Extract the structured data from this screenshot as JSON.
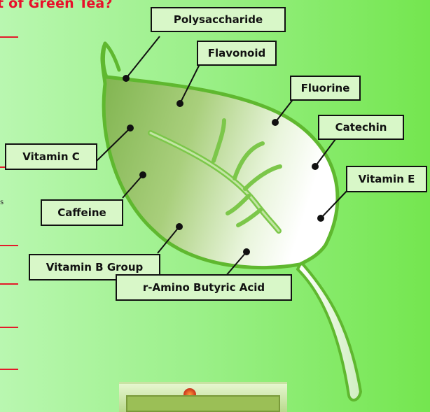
{
  "title": "t of Green Tea?",
  "side_text": "s",
  "labels": {
    "polysaccharide": "Polysaccharide",
    "flavonoid": "Flavonoid",
    "fluorine": "Fluorine",
    "catechin": "Catechin",
    "vitamin_c": "Vitamin C",
    "vitamin_e": "Vitamin E",
    "caffeine": "Caffeine",
    "vitamin_b_group": "Vitamin B Group",
    "amino_butyric_acid": "r-Amino Butyric Acid"
  },
  "colors": {
    "title": "#e8102a",
    "leaf_fill": "#8fc45a",
    "leaf_outline": "#5fb82f",
    "label_bg": "#d8f7c8",
    "dot": "#111111"
  }
}
